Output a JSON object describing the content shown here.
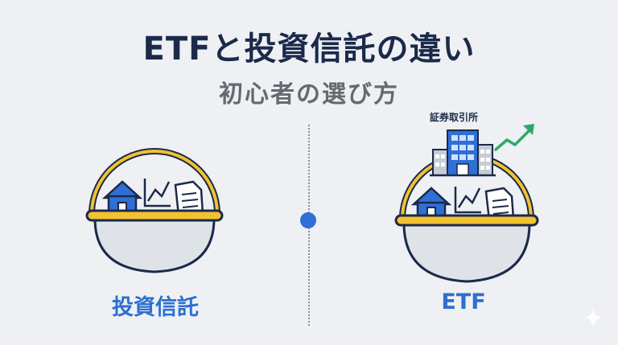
{
  "title": "ETFと投資信託の違い",
  "subtitle": "初心者の選び方",
  "left": {
    "label": "投資信託"
  },
  "right": {
    "label": "ETF",
    "exchange_label": "証券取引所"
  },
  "colors": {
    "navy": "#1b2a4a",
    "blue": "#2f6fd6",
    "gold": "#f2c230",
    "green": "#2ea86a",
    "bowl": "#dfe2e7"
  },
  "icons": [
    "house-icon",
    "line-chart-icon",
    "document-icon",
    "building-icon",
    "trend-up-arrow-icon",
    "sparkle-icon"
  ]
}
